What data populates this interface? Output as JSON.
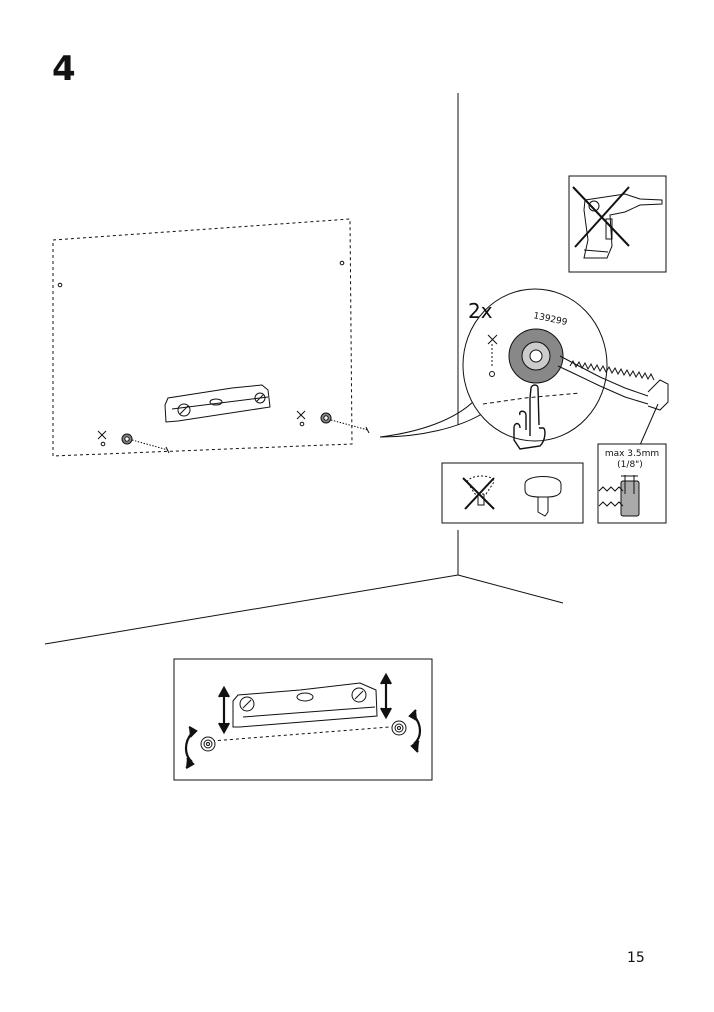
{
  "step": {
    "number": "4"
  },
  "page": {
    "number": "15"
  },
  "callout": {
    "quantity": "2x",
    "part_number": "139299"
  },
  "screw_detail": {
    "max_gap": "max 3.5mm",
    "max_gap_imperial": "(1/8\")"
  },
  "icons": {
    "no_power_drill": "no-power-drill-icon",
    "hand_tighten": "pointing-hand-icon",
    "wrong_screw_head": "wrong-screw-head-icon",
    "correct_screw_head": "correct-screw-head-icon",
    "spirit_level": "spirit-level-icon"
  },
  "colors": {
    "line": "#111111",
    "washer": "#888888",
    "background": "#ffffff"
  }
}
